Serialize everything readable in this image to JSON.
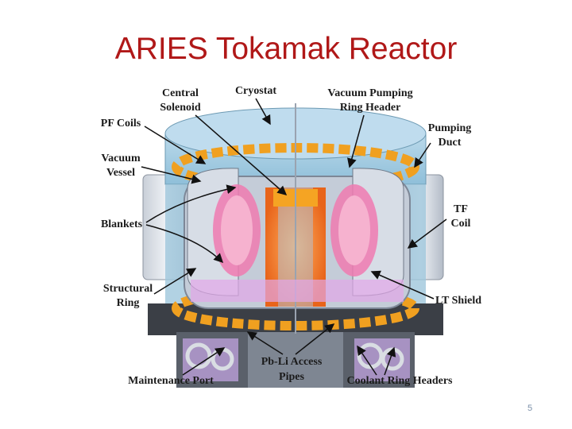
{
  "slide": {
    "title": "ARIES Tokamak Reactor",
    "page_number": "5"
  },
  "labels": {
    "central_solenoid": [
      "Central",
      "Solenoid"
    ],
    "cryostat": [
      "Cryostat"
    ],
    "vacuum_pumping_ring_header": [
      "Vacuum Pumping",
      "Ring Header"
    ],
    "pf_coils": [
      "PF Coils"
    ],
    "pumping_duct": [
      "Pumping",
      "Duct"
    ],
    "vacuum_vessel": [
      "Vacuum",
      "Vessel"
    ],
    "tf_coil": [
      "TF",
      "Coil"
    ],
    "blankets": [
      "Blankets"
    ],
    "structural_ring": [
      "Structural",
      "Ring"
    ],
    "lt_shield": [
      "LT Shield"
    ],
    "maintenance_port": [
      "Maintenance Port"
    ],
    "pb_li_access_pipes": [
      "Pb-Li Access",
      "Pipes"
    ],
    "coolant_ring_headers": [
      "Coolant Ring Headers"
    ]
  },
  "colors": {
    "title": "#b01818",
    "plasma": "#ff8a2a",
    "blanket": "#f07ab0",
    "pf_coil": "#f0a020",
    "cryostat": "#a9d0e6",
    "structure": "#9aa6b8"
  }
}
